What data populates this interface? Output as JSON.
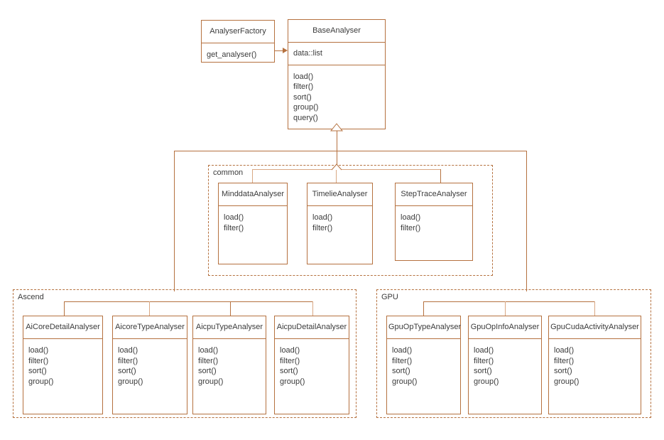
{
  "diagram": {
    "type": "uml-class-diagram",
    "background": "#ffffff",
    "line_color": "#b5713f",
    "line_color_light": "#d9a884",
    "text_color": "#3b3b3b"
  },
  "classes": {
    "analyser_factory": {
      "name": "AnalyserFactory",
      "attributes": [],
      "operations": [
        "get_analyser()"
      ]
    },
    "base_analyser": {
      "name": "BaseAnalyser",
      "attributes": [
        "data::list"
      ],
      "operations": [
        "load()",
        "filter()",
        "sort()",
        "group()",
        "query()"
      ]
    },
    "minddata_analyser": {
      "name": "MinddataAnalyser",
      "attributes": [],
      "operations": [
        "load()",
        "filter()"
      ]
    },
    "timelie_analyser": {
      "name": "TimelieAnalyser",
      "attributes": [],
      "operations": [
        "load()",
        "filter()"
      ]
    },
    "steptrace_analyser": {
      "name": "StepTraceAnalyser",
      "attributes": [],
      "operations": [
        "load()",
        "filter()"
      ]
    },
    "aicore_detail_analyser": {
      "name": "AiCoreDetailAnalyser",
      "attributes": [],
      "operations": [
        "load()",
        "filter()",
        "sort()",
        "group()"
      ]
    },
    "aicore_type_analyser": {
      "name": "AicoreTypeAnalyser",
      "attributes": [],
      "operations": [
        "load()",
        "filter()",
        "sort()",
        "group()"
      ]
    },
    "aicpu_type_analyser": {
      "name": "AicpuTypeAnalyser",
      "attributes": [],
      "operations": [
        "load()",
        "filter()",
        "sort()",
        "group()"
      ]
    },
    "aicpu_detail_analyser": {
      "name": "AicpuDetailAnalyser",
      "attributes": [],
      "operations": [
        "load()",
        "filter()",
        "sort()",
        "group()"
      ]
    },
    "gpu_op_type_analyser": {
      "name": "GpuOpTypeAnalyser",
      "attributes": [],
      "operations": [
        "load()",
        "filter()",
        "sort()",
        "group()"
      ]
    },
    "gpu_op_info_analyser": {
      "name": "GpuOpInfoAnalyser",
      "attributes": [],
      "operations": [
        "load()",
        "filter()",
        "sort()",
        "group()"
      ]
    },
    "gpu_cuda_activity_analyser": {
      "name": "GpuCudaActivityAnalyser",
      "attributes": [],
      "operations": [
        "load()",
        "filter()",
        "sort()",
        "group()"
      ]
    }
  },
  "packages": {
    "common": {
      "label": "common"
    },
    "ascend": {
      "label": "Ascend"
    },
    "gpu": {
      "label": "GPU"
    }
  },
  "relationships": [
    {
      "from": "AnalyserFactory",
      "to": "BaseAnalyser",
      "kind": "association-directed"
    },
    {
      "from": "MinddataAnalyser",
      "to": "BaseAnalyser",
      "kind": "generalization"
    },
    {
      "from": "TimelieAnalyser",
      "to": "BaseAnalyser",
      "kind": "generalization"
    },
    {
      "from": "StepTraceAnalyser",
      "to": "BaseAnalyser",
      "kind": "generalization"
    },
    {
      "from": "AiCoreDetailAnalyser",
      "to": "BaseAnalyser",
      "kind": "generalization"
    },
    {
      "from": "AicoreTypeAnalyser",
      "to": "BaseAnalyser",
      "kind": "generalization"
    },
    {
      "from": "AicpuTypeAnalyser",
      "to": "BaseAnalyser",
      "kind": "generalization"
    },
    {
      "from": "AicpuDetailAnalyser",
      "to": "BaseAnalyser",
      "kind": "generalization"
    },
    {
      "from": "GpuOpTypeAnalyser",
      "to": "BaseAnalyser",
      "kind": "generalization"
    },
    {
      "from": "GpuOpInfoAnalyser",
      "to": "BaseAnalyser",
      "kind": "generalization"
    },
    {
      "from": "GpuCudaActivityAnalyser",
      "to": "BaseAnalyser",
      "kind": "generalization"
    }
  ]
}
